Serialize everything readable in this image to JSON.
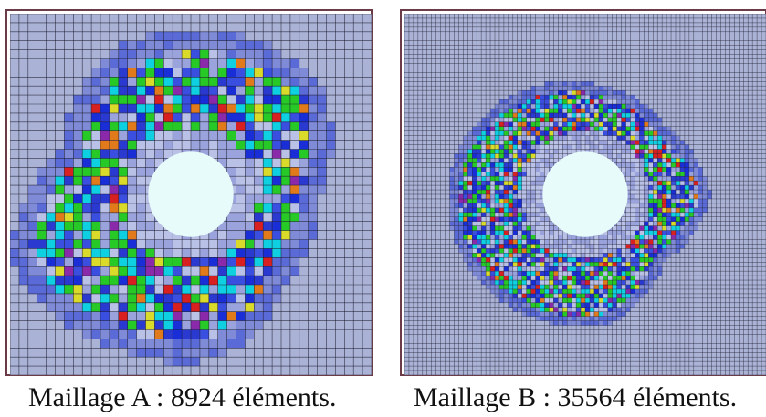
{
  "figure": {
    "panels": [
      {
        "id": "a",
        "caption": "Maillage A : 8924 éléments.",
        "element_count": 8924,
        "base_grid_cells": 40,
        "refined_cell_size": 1.6,
        "band_outer": 0.78,
        "band_inner": 0.28
      },
      {
        "id": "b",
        "caption": "Maillage B : 35564 éléments.",
        "element_count": 35564,
        "base_grid_cells": 80,
        "refined_cell_size": 1.0,
        "band_outer": 0.62,
        "band_inner": 0.26
      }
    ],
    "colors": {
      "background_cell": "#aab2d6",
      "grid_line": "#1a1a2a",
      "hole": "#e8fbfb",
      "frame": "#6b3c48",
      "palette": [
        "#1a2ed8",
        "#3a4fe0",
        "#2a3ad0",
        "#6a78d8",
        "#9aa3dc",
        "#b9c1e6",
        "#27c927",
        "#0ed0e0",
        "#dada2a",
        "#e07a1a",
        "#d82020",
        "#8a2aaa"
      ]
    }
  }
}
